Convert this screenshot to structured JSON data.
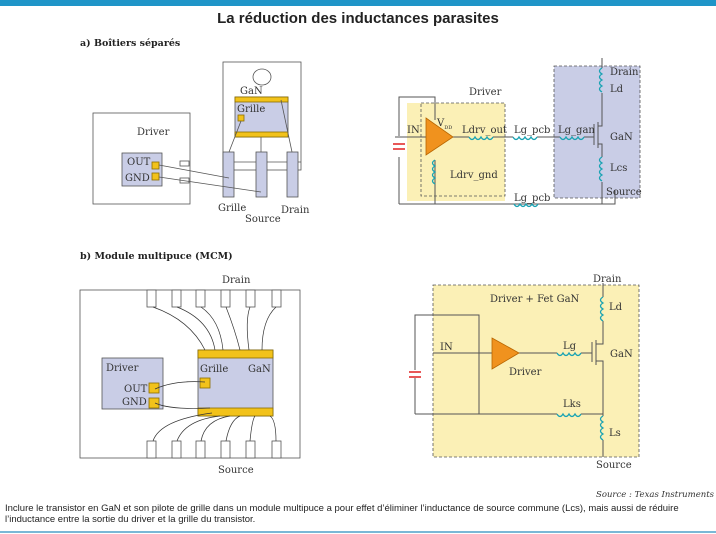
{
  "header": {
    "title": "La réduction des inductances parasites"
  },
  "colors": {
    "accent_bar": "#1f95c8",
    "gan_blue": "#c9cde6",
    "gold_pad": "#f2c21a",
    "driver_yellow": "#fbf0b6",
    "amp_orange": "#f0921e",
    "inductor_teal": "#1aa3b3",
    "cap_red": "#e02020"
  },
  "section_a": {
    "label": "a) Boîtiers séparés",
    "package": {
      "driver": "Driver",
      "out": "OUT",
      "gnd": "GND",
      "gan": "GaN",
      "grille_pad": "Grille",
      "pin_grille": "Grille",
      "pin_source": "Source",
      "pin_drain": "Drain"
    },
    "schematic": {
      "driver": "Driver",
      "vdd": "V",
      "vdd_sub": "DD",
      "in": "IN",
      "ldrv_out": "Ldrv_out",
      "ldrv_gnd": "Ldrv_gnd",
      "lg_pcb_top": "Lg_pcb",
      "lg_pcb_bottom": "Lg_pcb",
      "lg_gan": "Lg_gan",
      "drain": "Drain",
      "ld": "Ld",
      "gan": "GaN",
      "lcs": "Lcs",
      "source": "Source"
    }
  },
  "section_b": {
    "label": "b) Module multipuce (MCM)",
    "package": {
      "drain": "Drain",
      "source": "Source",
      "driver": "Driver",
      "out": "OUT",
      "gnd": "GND",
      "grille": "Grille",
      "gan": "GaN"
    },
    "schematic": {
      "box": "Driver + Fet GaN",
      "drain": "Drain",
      "ld": "Ld",
      "in": "IN",
      "lg": "Lg",
      "gan": "GaN",
      "driver": "Driver",
      "lks": "Lks",
      "ls": "Ls",
      "source": "Source"
    }
  },
  "footer": {
    "credit": "Source : Texas Instruments",
    "caption_line1": "Inclure le transistor en GaN et son pilote de grille dans un module multipuce a pour effet d’éliminer l’inductance de source commune (Lcs), mais aussi de réduire",
    "caption_line2": "l’inductance entre la sortie du driver et la grille du transistor."
  }
}
